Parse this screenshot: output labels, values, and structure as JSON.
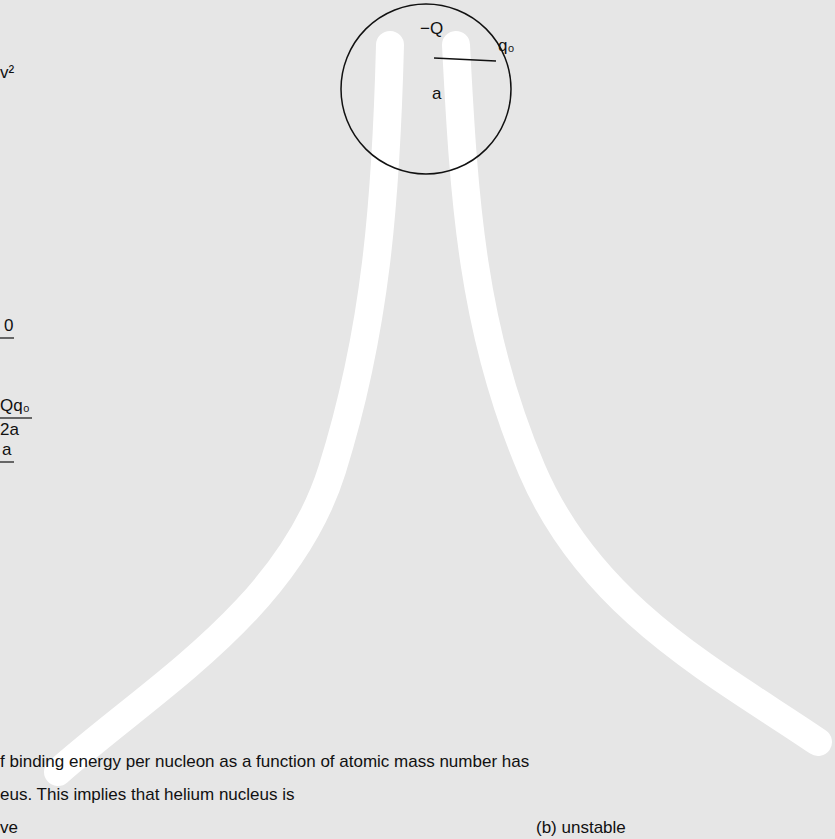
{
  "diagram": {
    "nodes": [
      {
        "text": [
          "−Q"
        ]
      }
    ],
    "labels": [
      "a",
      "q₀",
      "v²",
      "0",
      "Qq₀",
      "2a",
      "a",
      "f binding energy per nucleon as a function of atomic mass number has",
      "eus. This implies that helium nucleus is",
      "ve",
      "(b) unstable"
    ]
  }
}
